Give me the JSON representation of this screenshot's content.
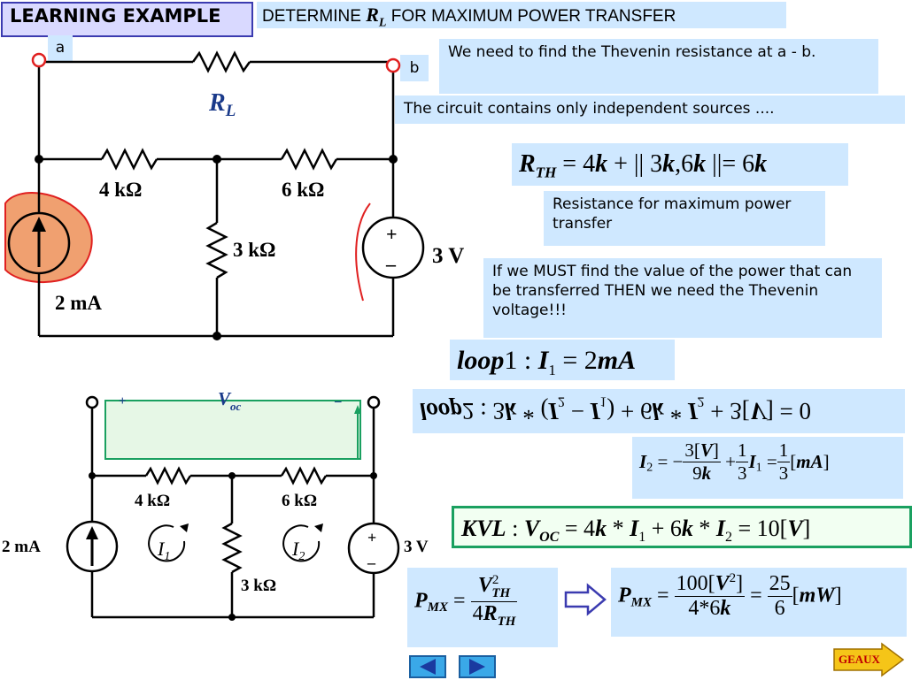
{
  "header": {
    "tag": "LEARNING EXAMPLE",
    "title_pre": "DETERMINE",
    "title_var": "R",
    "title_sub": "L",
    "title_post": "FOR MAXIMUM POWER  TRANSFER"
  },
  "circuit1": {
    "terminal_a": "a",
    "terminal_b": "b",
    "rl_label": "R",
    "rl_sub": "L",
    "r1": "4 kΩ",
    "r2": "6 kΩ",
    "r3": "3 kΩ",
    "isrc": "2 mA",
    "vsrc": "3 V",
    "plus": "+",
    "minus": "–"
  },
  "notes": {
    "thevenin": "We need to find the Thevenin resistance at a - b.",
    "independent": "The circuit contains only independent sources ....",
    "maxpower": "Resistance for maximum power transfer",
    "must": "If we MUST find the value of the power that can be transferred THEN we need the Thevenin voltage!!!"
  },
  "equations": {
    "rth": "R_TH = 4k + || 3k, 6k || = 6k",
    "loop1": "loop1 : I1 = 2mA",
    "loop2": "loop2 : 3k * (I2 − I1) + 6k * I2 + 3[V] = 0",
    "i2": "I2 = −3[V]/9k + 1/3 I1 = 1/3 [mA]",
    "kvl": "KVL : V_OC = 4k * I1 + 6k * I2 = 10[V]",
    "pmx_formula": "P_MX = V_TH^2 / 4R_TH",
    "pmx_value": "P_MX = 100[V^2] / 4*6k = 25/6 [mW]"
  },
  "circuit2": {
    "plus": "+",
    "voc": "V",
    "voc_sub": "oc",
    "minus": "–",
    "r1": "4 kΩ",
    "r2": "6 kΩ",
    "r3": "3 kΩ",
    "isrc": "2 mA",
    "vsrc": "3 V",
    "i1": "I",
    "i1_sub": "1",
    "i2": "I",
    "i2_sub": "2",
    "vplus": "+",
    "vminus": "–"
  },
  "nav": {
    "prev_icon": "triangle-left-icon",
    "next_icon": "triangle-right-icon",
    "geaux": "GEAUX"
  },
  "colors": {
    "note_bg": "#cfe8ff",
    "highlight_fill": "#f0a070",
    "highlight_stroke": "#e02020",
    "voc_box": "#e6f7e6",
    "kvl_border": "#1aa060",
    "nav_button": "#3aa8e8"
  }
}
